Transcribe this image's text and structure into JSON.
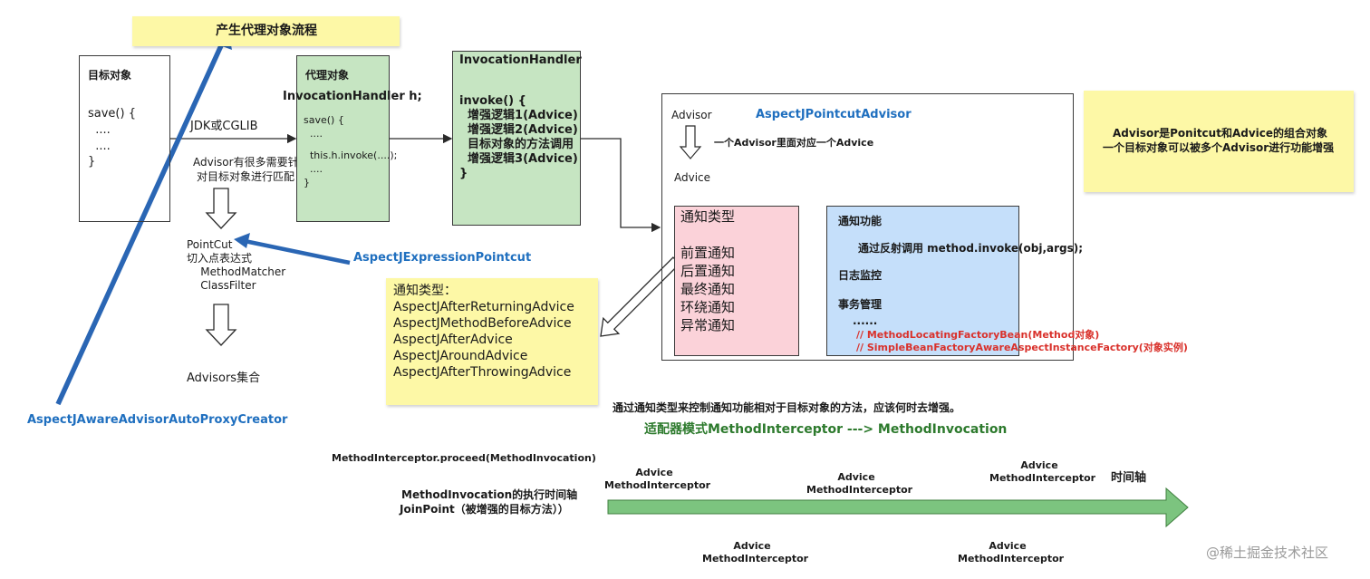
{
  "title_note": {
    "text": "产生代理对象流程"
  },
  "target_box": {
    "title": "目标对象",
    "code_lines": [
      "save() {",
      "  ....",
      "  ....",
      "}"
    ]
  },
  "jdk_label": "JDK或CGLIB",
  "advisor_match_label": [
    "Advisor有很多需要针",
    "对目标对象进行匹配"
  ],
  "proxy_box": {
    "title": "代理对象",
    "handler_field": "InvocationHandler h;",
    "code_lines": [
      "save() {",
      "  ....",
      "",
      "  this.h.invoke(....);",
      "  ....",
      "}"
    ]
  },
  "handler_box": {
    "title": "InvocationHandler",
    "code_lines": [
      "invoke() {",
      "  增强逻辑1(Advice)",
      "  增强逻辑2(Advice)",
      "  目标对象的方法调用",
      "  增强逻辑3(Advice)",
      "}"
    ]
  },
  "pointcut": {
    "lines": [
      "PointCut",
      "切入点表达式",
      "    MethodMatcher",
      "    ClassFilter"
    ],
    "expression_label": "AspectJExpressionPointcut"
  },
  "advisors_label": "Advisors集合",
  "auto_proxy_label": "AspectJAwareAdvisorAutoProxyCreator",
  "advisor_container": {
    "advisor_label": "Advisor",
    "class_name": "AspectJPointcutAdvisor",
    "relation_label": "一个Advisor里面对应一个Advice",
    "advice_label": "Advice",
    "advice_types": {
      "title": "通知类型",
      "items": [
        "前置通知",
        "后置通知",
        "最终通知",
        "环绕通知",
        "异常通知"
      ]
    },
    "advice_function": {
      "title": "通知功能",
      "reflect_line": "通过反射调用 method.invoke(obj,args);",
      "log_label": "日志监控",
      "tx_label": "事务管理",
      "ellipsis": "......",
      "comments": [
        "// MethodLocatingFactoryBean(Method对象)",
        "// SimpleBeanFactoryAwareAspectInstanceFactory(对象实例)"
      ]
    }
  },
  "advisor_note": {
    "lines": [
      "Advisor是Ponitcut和Advice的组合对象",
      "一个目标对象可以被多个Advisor进行功能增强"
    ]
  },
  "advice_types_note": {
    "lines": [
      "通知类型：",
      "AspectJAfterReturningAdvice",
      "AspectJMethodBeforeAdvice",
      "AspectJAfterAdvice",
      "AspectJAroundAdvice",
      "AspectJAfterThrowingAdvice"
    ]
  },
  "control_text": "通过通知类型来控制通知功能相对于目标对象的方法，应该何时去增强。",
  "adapter_text": "适配器模式MethodInterceptor ---> MethodInvocation",
  "proceed_text": "MethodInterceptor.proceed(MethodInvocation)",
  "invocation_lines": [
    "MethodInvocation的执行时间轴",
    "JoinPoint（被增强的目标方法））"
  ],
  "timeline_label": "时间轴",
  "interceptors": [
    {
      "advice": "Advice",
      "interceptor": "MethodInterceptor"
    },
    {
      "advice": "Advice",
      "interceptor": "MethodInterceptor"
    },
    {
      "advice": "Advice",
      "interceptor": "MethodInterceptor"
    },
    {
      "advice": "Advice",
      "interceptor": "MethodInterceptor"
    },
    {
      "advice": "Advice",
      "interceptor": "MethodInterceptor"
    }
  ],
  "watermark": "@稀土掘金技术社区",
  "colors": {
    "note_yellow": "#fdf8a6",
    "proxy_green": "#c6e5c2",
    "advice_pink": "#fbd2d9",
    "function_blue": "#c5dffa",
    "accent_blue": "#1f6fbf",
    "accent_green": "#2d7a2d",
    "accent_red": "#d9312b",
    "timeline_green": "#7cc47f"
  }
}
